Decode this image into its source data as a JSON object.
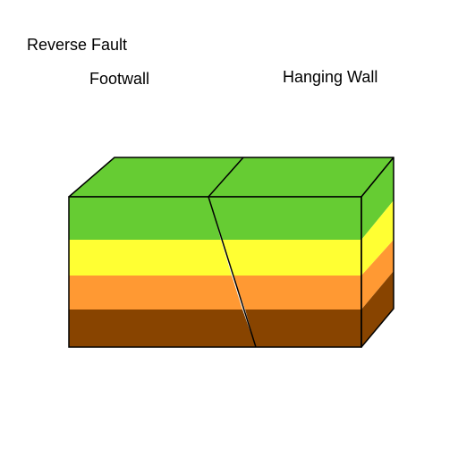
{
  "title": "Reverse Fault",
  "labels": {
    "footwall": "Footwall",
    "hanging_wall": "Hanging Wall"
  },
  "colors": {
    "topsoil": "#66cc33",
    "yellow_layer": "#ffff33",
    "orange_layer": "#ff9933",
    "brown_layer": "#884400",
    "outline": "#000000"
  }
}
